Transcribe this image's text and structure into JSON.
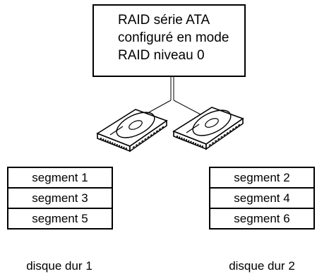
{
  "controller": {
    "lines": [
      "RAID série ATA",
      "configuré en mode",
      "RAID niveau 0"
    ]
  },
  "disks": [
    {
      "label": "disque dur 1",
      "segments": [
        "segment 1",
        "segment 3",
        "segment 5"
      ]
    },
    {
      "label": "disque dur 2",
      "segments": [
        "segment 2",
        "segment 4",
        "segment 6"
      ]
    }
  ]
}
